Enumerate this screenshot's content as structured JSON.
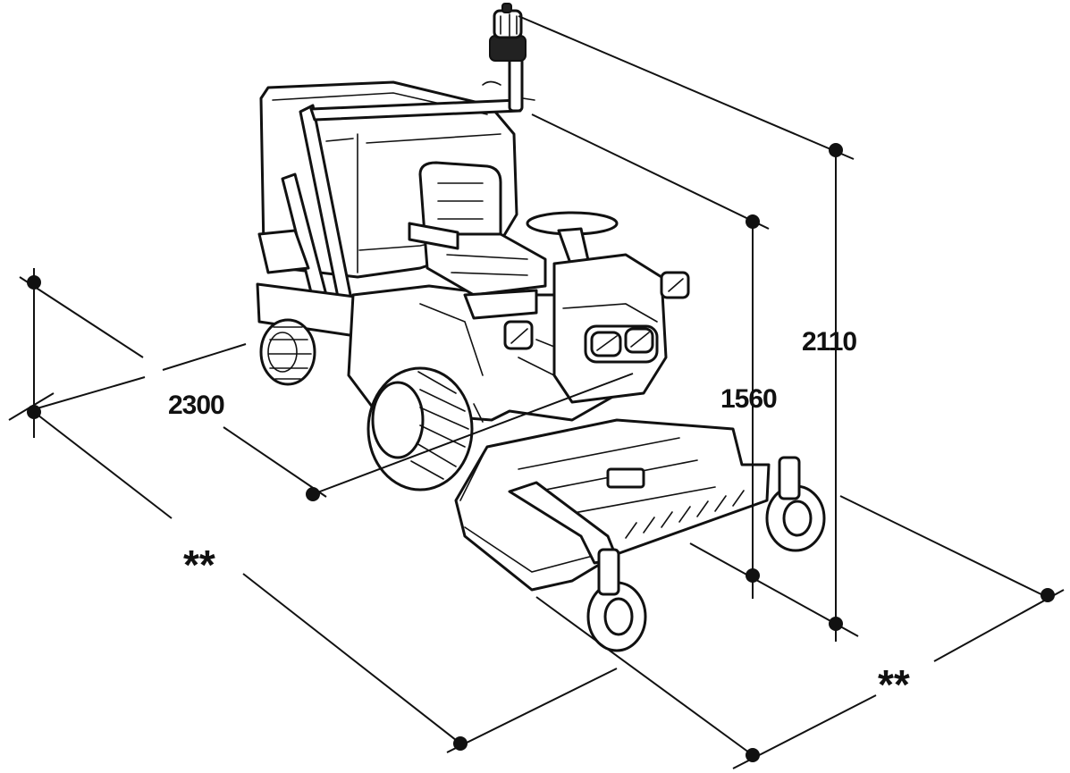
{
  "diagram": {
    "colors": {
      "ink": "#111111",
      "background": "#ffffff"
    },
    "dimensions": {
      "length": "2300",
      "total_height": "2110",
      "seat_height": "1560",
      "width_left": "**",
      "width_right": "**"
    },
    "illustration_icon": "ride-on-front-mower-with-collector-icon"
  }
}
